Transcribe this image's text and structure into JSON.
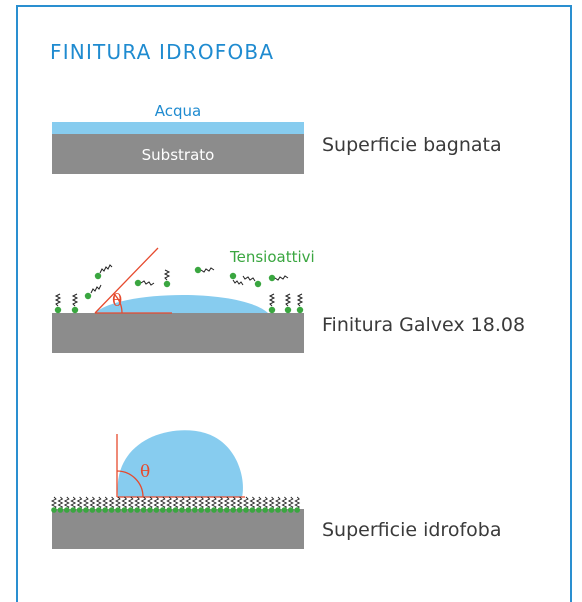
{
  "title": "FINITURA IDROFOBA",
  "colors": {
    "frame": "#2a8fd0",
    "title": "#1f8bd0",
    "water": "#87ccef",
    "substrate": "#8c8c8c",
    "surfactant": "#3aa640",
    "angle": "#e64a2e",
    "chain": "#222222"
  },
  "panel1": {
    "water_label": "Acqua",
    "substrate_label": "Substrato",
    "caption": "Superficie bagnata"
  },
  "panel2": {
    "surfactant_label": "Tensioattivi",
    "angle_symbol": "θ",
    "caption": "Finitura Galvex 18.08"
  },
  "panel3": {
    "angle_symbol": "θ",
    "caption": "Superficie idrofoba"
  }
}
